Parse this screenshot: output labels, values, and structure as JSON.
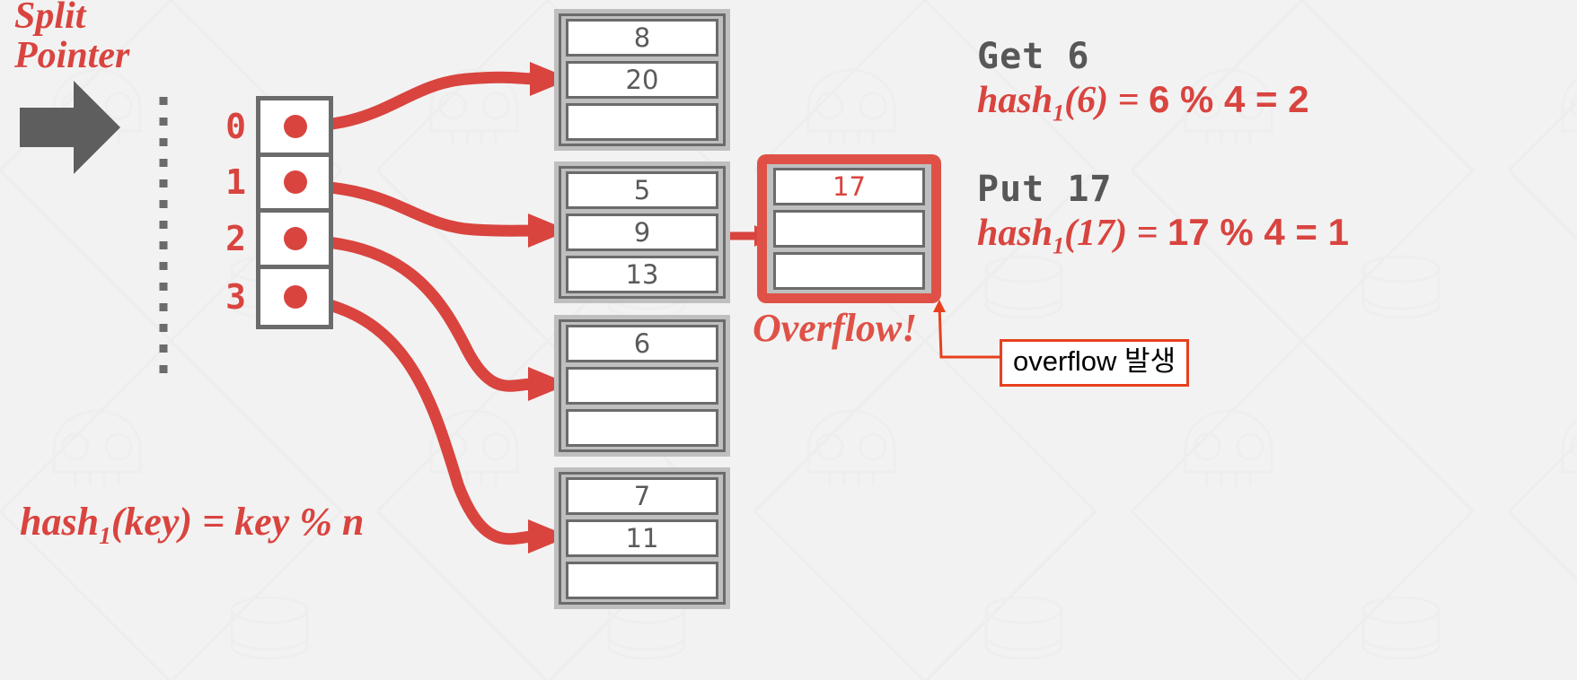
{
  "labels": {
    "split_pointer": "Split\nPointer",
    "hash_formula": "hash",
    "hash_sub": "1",
    "hash_formula_rest": "(key) = key % n",
    "overflow_word": "Overflow!",
    "callout_text": "overflow 발생"
  },
  "directory": {
    "indices": [
      "0",
      "1",
      "2",
      "3"
    ]
  },
  "buckets": [
    {
      "name": "bucket-0",
      "slots": [
        "8",
        "20",
        ""
      ]
    },
    {
      "name": "bucket-1",
      "slots": [
        "5",
        "9",
        "13"
      ]
    },
    {
      "name": "bucket-2",
      "slots": [
        "6",
        "",
        ""
      ]
    },
    {
      "name": "bucket-3",
      "slots": [
        "7",
        "11",
        ""
      ]
    }
  ],
  "overflow_bucket": {
    "name": "overflow-bucket",
    "slots": [
      "17",
      "",
      ""
    ]
  },
  "operations": [
    {
      "title": "Get  6",
      "eq_fn": "hash",
      "eq_sub": "1",
      "eq_arg": "(6) = ",
      "eq_expr": " 6 % 4 = 2"
    },
    {
      "title": "Put  17",
      "eq_fn": "hash",
      "eq_sub": "1",
      "eq_arg": "(17) = ",
      "eq_expr": " 17 % 4 = 1"
    }
  ],
  "colors": {
    "accent_red": "#d9443f",
    "overflow_red": "#df5147",
    "callout_border": "#e8401f",
    "bucket_gray": "#bfbfbf",
    "outline_gray": "#6b6b6b",
    "background": "#f2f2f2"
  }
}
